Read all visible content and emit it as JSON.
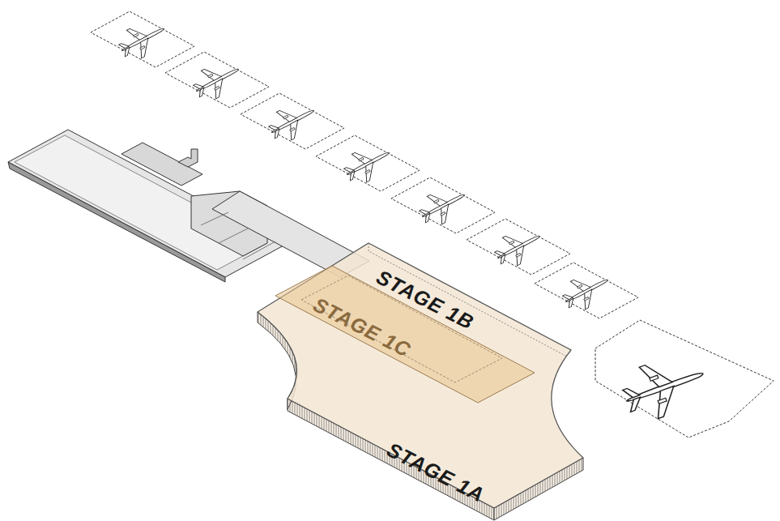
{
  "diagram": {
    "labels": [
      "STAGE 1B",
      "STAGE 1C",
      "STAGE 1A"
    ]
  }
}
